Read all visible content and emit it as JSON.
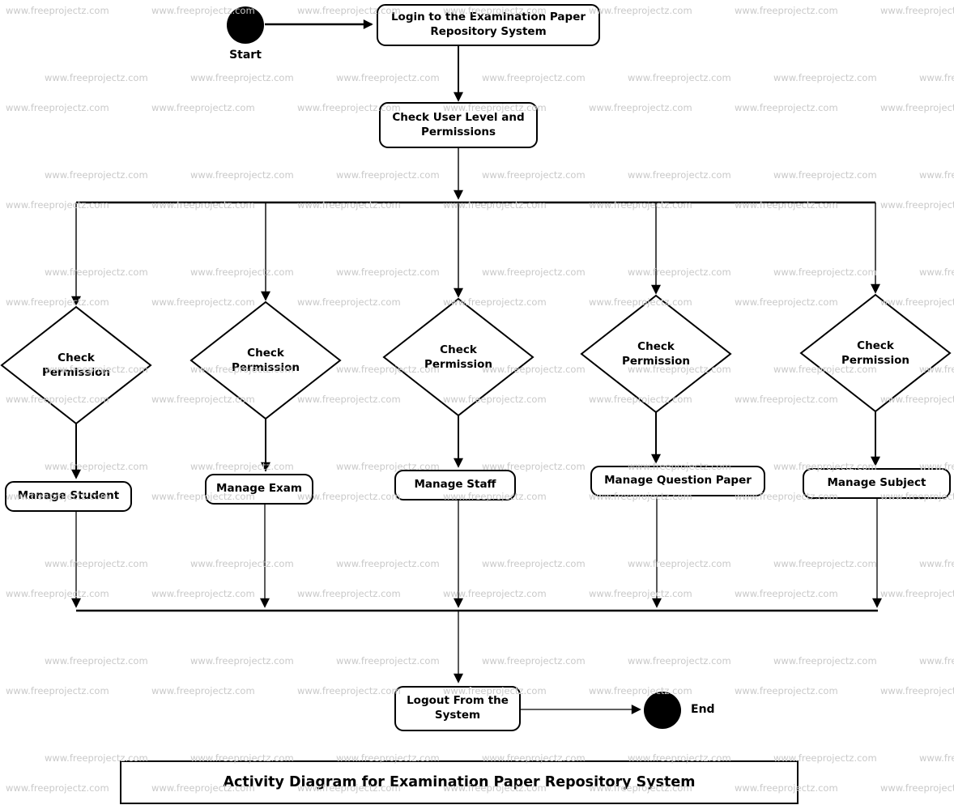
{
  "diagram": {
    "watermark_text": "www.freeprojectz.com",
    "title": "Activity Diagram for Examination Paper Repository System",
    "start_label": "Start",
    "end_label": "End",
    "login_label": "Login to the Examination Paper Repository System",
    "check_user_label": "Check User Level and Permissions",
    "logout_label": "Logout From the System",
    "decisions": [
      "Check Permission",
      "Check Permission",
      "Check Permission",
      "Check Permission",
      "Check Permission"
    ],
    "actions": [
      "Manage Student",
      "Manage Exam",
      "Manage Staff",
      "Manage Question Paper",
      "Manage Subject"
    ],
    "colors": {
      "line": "#000000",
      "node_border": "#000000",
      "node_fill": "#ffffff",
      "text": "#000000",
      "watermark": "#c9c9c9",
      "background": "#ffffff"
    }
  }
}
